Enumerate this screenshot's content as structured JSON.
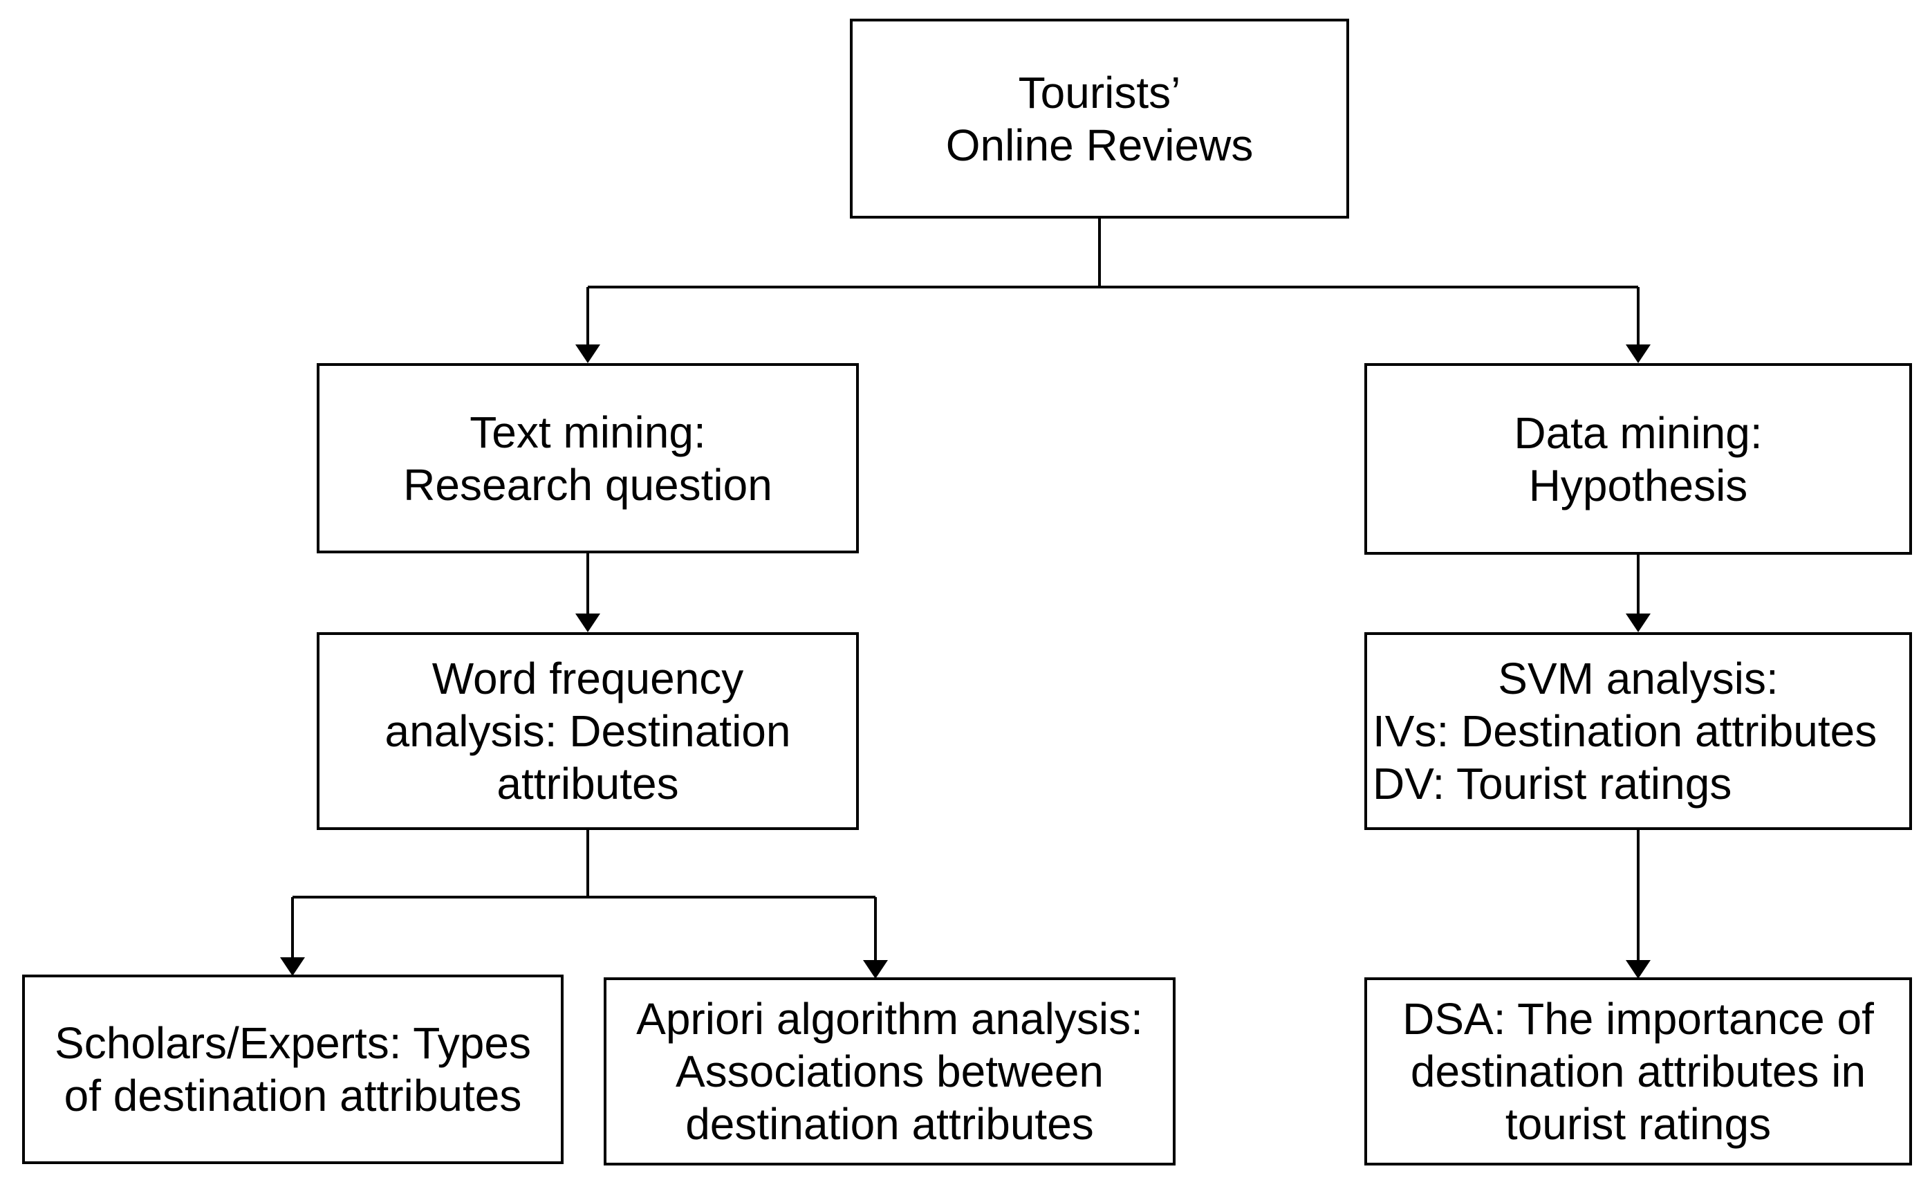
{
  "colors": {
    "line": "#000000",
    "border": "#000000",
    "text": "#000000",
    "background": "#ffffff"
  },
  "nodes": {
    "root": {
      "label": "Tourists’\nOnline Reviews"
    },
    "text_mining": {
      "label": "Text mining:\nResearch question"
    },
    "data_mining": {
      "label": "Data mining:\nHypothesis"
    },
    "word_frequency": {
      "label": "Word frequency\nanalysis: Destination\nattributes"
    },
    "svm": {
      "title": "SVM analysis:",
      "details": "IVs: Destination attributes\nDV: Tourist ratings"
    },
    "scholars": {
      "label": "Scholars/Experts: Types\nof destination attributes"
    },
    "apriori": {
      "label": "Apriori algorithm analysis:\nAssociations between\ndestination attributes"
    },
    "dsa": {
      "label": "DSA: The importance of\ndestination attributes in\ntourist ratings"
    }
  },
  "edges": [
    {
      "from": "root",
      "to": "text_mining"
    },
    {
      "from": "root",
      "to": "data_mining"
    },
    {
      "from": "text_mining",
      "to": "word_frequency"
    },
    {
      "from": "word_frequency",
      "to": "scholars"
    },
    {
      "from": "word_frequency",
      "to": "apriori"
    },
    {
      "from": "data_mining",
      "to": "svm"
    },
    {
      "from": "svm",
      "to": "dsa"
    }
  ]
}
